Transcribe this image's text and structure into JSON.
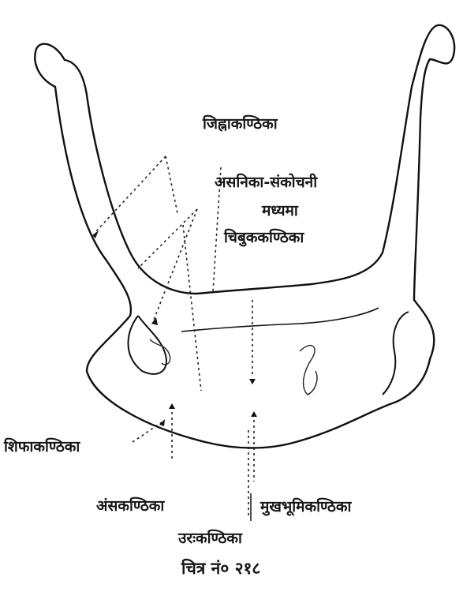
{
  "labels": {
    "jihvakanthika": "जिह्नाकण्ठिका",
    "asanika_sankochani": "असनिका-संकोचनी",
    "madhyama": "मध्यमा",
    "chibukakanthika": "चिबुककण्ठिका",
    "shiphakanthika": "शिफाकण्ठिका",
    "amsakanthika": "अंसकण्ठिका",
    "urahkanthika": "उरःकण्ठिका",
    "mukhabhumikanthika": "मुखभूमिकण्ठिका"
  },
  "caption": "चित्र नं० २१८"
}
